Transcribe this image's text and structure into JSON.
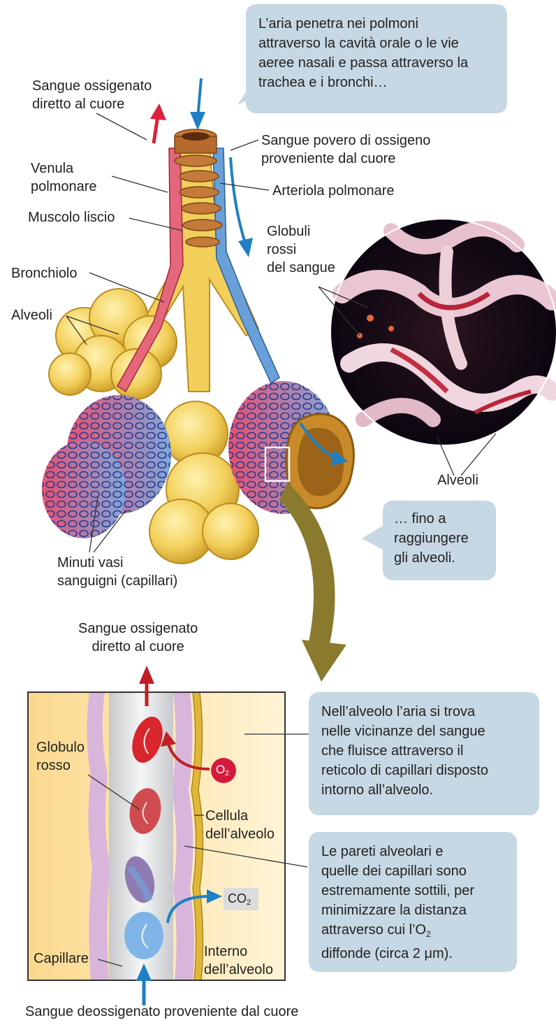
{
  "callouts": {
    "top_lines": [
      "L’aria penetra nei polmoni",
      "attraverso la cavità orale o le vie",
      "aeree nasali e passa attraverso la",
      "trachea e i bronchi…"
    ],
    "mid_lines": [
      "… fino a",
      "raggiungere",
      "gli alveoli."
    ],
    "alveolus_lines": [
      "Nell’alveolo l’aria si trova",
      "nelle vicinanze del sangue",
      "che fluisce attraverso il",
      "reticolo di capillari disposto",
      "intorno all’alveolo."
    ],
    "walls_lines": [
      "Le pareti alveolari e",
      "quelle dei capillari sono",
      "estremamente sottili, per",
      "minimizzare la distanza",
      "attraverso cui l’O",
      "diffonde (circa 2 μm)."
    ],
    "walls_sub": "2"
  },
  "labels": {
    "oxy_top": [
      "Sangue ossigenato",
      "diretto al cuore"
    ],
    "venula": [
      "Venula",
      "polmonare"
    ],
    "muscolo": "Muscolo liscio",
    "bronchiolo": "Bronchiolo",
    "alveoli_left": "Alveoli",
    "povero": [
      "Sangue povero di ossigeno",
      "proveniente dal cuore"
    ],
    "arteriola": "Arteriola polmonare",
    "globuli": [
      "Globuli",
      "rossi",
      "del sangue"
    ],
    "alveoli_right": "Alveoli",
    "minuti": [
      "Minuti vasi",
      "sanguigni (capillari)"
    ],
    "oxy_mid": [
      "Sangue ossigenato",
      "diretto al cuore"
    ],
    "globulo_rosso": [
      "Globulo",
      "rosso"
    ],
    "cellula": [
      "Cellula",
      "dell’alveolo"
    ],
    "capillare": "Capillare",
    "interno": [
      "Interno",
      "dell’alveolo"
    ],
    "deoxy_bottom": "Sangue deossigenato proveniente dal cuore",
    "o2_main": "O",
    "o2_sub": "2",
    "co2_main": "CO",
    "co2_sub": "2"
  },
  "colors": {
    "callout_bg": "#c6d8e3",
    "oxygenated": "#d9213d",
    "deoxygenated": "#1f7fc4",
    "airway": "#f2cf5a",
    "alveolus_interior": "#fde7b8",
    "membrane": "#d8b6dc",
    "big_arrow": "#8a7a2e"
  }
}
